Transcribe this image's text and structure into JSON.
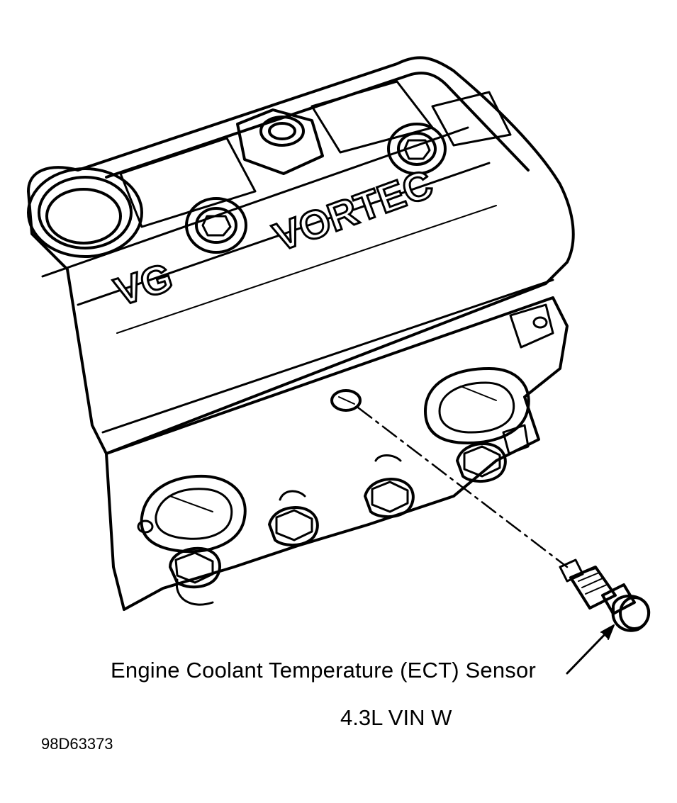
{
  "labels": {
    "sensor_callout": "Engine Coolant Temperature (ECT) Sensor",
    "engine_spec": "4.3L VIN W",
    "figure_id": "98D63373"
  },
  "logos": {
    "valve_cover_left": "VG",
    "valve_cover_right": "VORTEC"
  },
  "colors": {
    "ink": "#000000",
    "paper": "#ffffff"
  }
}
